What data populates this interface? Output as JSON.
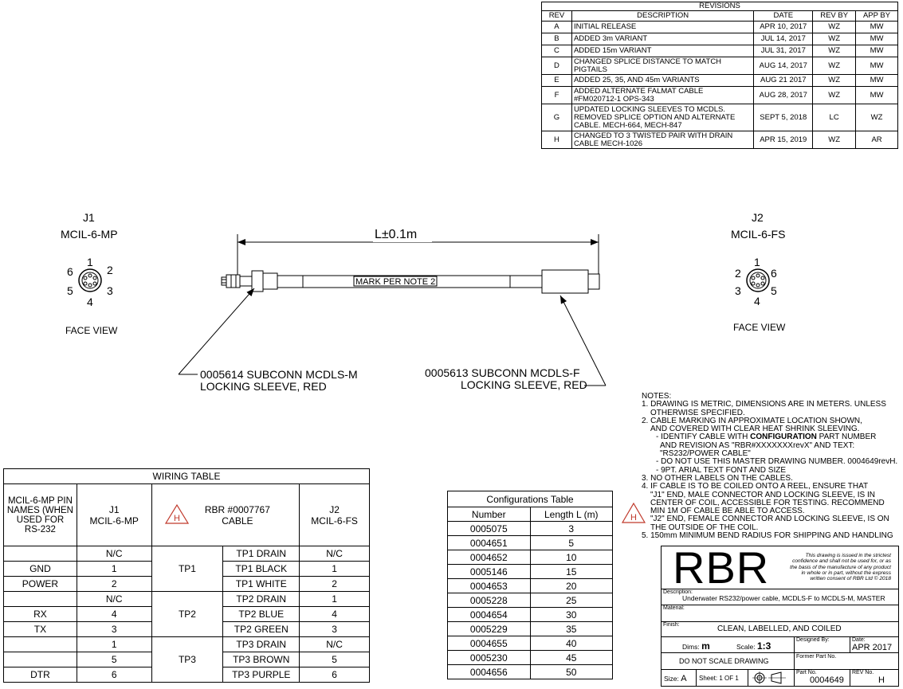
{
  "revisions": {
    "caption": "REVISIONS",
    "headers": [
      "REV",
      "DESCRIPTION",
      "DATE",
      "REV BY",
      "APP BY"
    ],
    "rows": [
      {
        "rev": "A",
        "lines": [
          "INITIAL RELEASE"
        ],
        "date": "APR 10, 2017",
        "by": "WZ",
        "app": "MW"
      },
      {
        "rev": "B",
        "lines": [
          "ADDED 3m VARIANT"
        ],
        "date": "JUL 14, 2017",
        "by": "WZ",
        "app": "MW"
      },
      {
        "rev": "C",
        "lines": [
          "ADDED 15m VARIANT"
        ],
        "date": "JUL 31, 2017",
        "by": "WZ",
        "app": "MW"
      },
      {
        "rev": "D",
        "lines": [
          "CHANGED SPLICE DISTANCE TO MATCH",
          "PIGTAILS"
        ],
        "date": "AUG 14, 2017",
        "by": "WZ",
        "app": "MW"
      },
      {
        "rev": "E",
        "lines": [
          "ADDED 25, 35, AND 45m VARIANTS"
        ],
        "date": "AUG 21 2017",
        "by": "WZ",
        "app": "MW"
      },
      {
        "rev": "F",
        "lines": [
          "ADDED ALTERNATE FALMAT CABLE",
          "#FM020712-1  OPS-343"
        ],
        "date": "AUG 28, 2017",
        "by": "WZ",
        "app": "MW"
      },
      {
        "rev": "G",
        "lines": [
          "UPDATED LOCKING SLEEVES TO MCDLS.",
          "REMOVED SPLICE OPTION AND ALTERNATE",
          "CABLE. MECH-664, MECH-847"
        ],
        "date": "SEPT 5, 2018",
        "by": "LC",
        "app": "WZ"
      },
      {
        "rev": "H",
        "lines": [
          "CHANGED TO 3 TWISTED PAIR WITH DRAIN",
          "CABLE  MECH-1026"
        ],
        "date": "APR 15, 2019",
        "by": "WZ",
        "app": "AR"
      }
    ]
  },
  "drawing": {
    "j1_label": "J1",
    "j1_part": "MCIL-6-MP",
    "j2_label": "J2",
    "j2_part": "MCIL-6-FS",
    "face_view": "FACE VIEW",
    "length_dim": "L±0.1m",
    "mark_note": "MARK PER NOTE 2",
    "callout_left_1": "0005614 SUBCONN MCDLS-M",
    "callout_left_2": "LOCKING SLEEVE, RED",
    "callout_right_1": "0005613 SUBCONN MCDLS-F",
    "callout_right_2": "LOCKING SLEEVE, RED",
    "j1_pins": [
      "6",
      "1",
      "2",
      "5",
      "3",
      "4"
    ],
    "j2_pins": [
      "1",
      "2",
      "6",
      "3",
      "5",
      "4"
    ],
    "rev_flag": "H"
  },
  "wiring": {
    "caption": "WIRING TABLE",
    "h_pin_names": [
      "MCIL-6-MP PIN",
      "NAMES (WHEN",
      "USED FOR",
      "RS-232"
    ],
    "h_j1": [
      "J1",
      "MCIL-6-MP"
    ],
    "h_cable": [
      "RBR #0007767",
      "CABLE"
    ],
    "h_j2": [
      "J2",
      "MCIL-6-FS"
    ],
    "rows": [
      {
        "name": "",
        "j1": "N/C",
        "pair": "TP1",
        "wire": "TP1 DRAIN",
        "j2": "N/C"
      },
      {
        "name": "GND",
        "j1": "1",
        "pair": "",
        "wire": "TP1 BLACK",
        "j2": "1"
      },
      {
        "name": "POWER",
        "j1": "2",
        "pair": "",
        "wire": "TP1 WHITE",
        "j2": "2"
      },
      {
        "name": "",
        "j1": "N/C",
        "pair": "TP2",
        "wire": "TP2 DRAIN",
        "j2": "1"
      },
      {
        "name": "RX",
        "j1": "4",
        "pair": "",
        "wire": "TP2 BLUE",
        "j2": "4"
      },
      {
        "name": "TX",
        "j1": "3",
        "pair": "",
        "wire": "TP2 GREEN",
        "j2": "3"
      },
      {
        "name": "",
        "j1": "1",
        "pair": "TP3",
        "wire": "TP3 DRAIN",
        "j2": "N/C"
      },
      {
        "name": "",
        "j1": "5",
        "pair": "",
        "wire": "TP3 BROWN",
        "j2": "5"
      },
      {
        "name": "DTR",
        "j1": "6",
        "pair": "",
        "wire": "TP3 PURPLE",
        "j2": "6"
      }
    ]
  },
  "configurations": {
    "caption": "Configurations Table",
    "headers": [
      "Number",
      "Length L (m)"
    ],
    "rows": [
      [
        "0005075",
        "3"
      ],
      [
        "0004651",
        "5"
      ],
      [
        "0004652",
        "10"
      ],
      [
        "0005146",
        "15"
      ],
      [
        "0004653",
        "20"
      ],
      [
        "0005228",
        "25"
      ],
      [
        "0004654",
        "30"
      ],
      [
        "0005229",
        "35"
      ],
      [
        "0004655",
        "40"
      ],
      [
        "0005230",
        "45"
      ],
      [
        "0004656",
        "50"
      ]
    ]
  },
  "notes": {
    "title": "NOTES:",
    "lines": [
      {
        "t": "1. DRAWING IS METRIC, DIMENSIONS ARE IN METERS. UNLESS",
        "i": 0
      },
      {
        "t": "OTHERWISE SPECIFIED.",
        "i": 1
      },
      {
        "t": "2. CABLE MARKING IN APPROXIMATE LOCATION SHOWN,",
        "i": 0
      },
      {
        "t": "AND COVERED WITH CLEAR HEAT SHRINK SLEEVING.",
        "i": 1
      },
      {
        "t": "- IDENTIFY CABLE WITH CONFIGURATION PART NUMBER",
        "i": 2
      },
      {
        "t": "AND REVISION AS \"RBR#XXXXXXXrevX\" AND TEXT:",
        "i": 3
      },
      {
        "t": "\"RS232/POWER CABLE\"",
        "i": 3
      },
      {
        "t": "- DO NOT USE THIS MASTER DRAWING NUMBER. 0004649revH.",
        "i": 2
      },
      {
        "t": "- 9PT. ARIAL TEXT FONT AND SIZE",
        "i": 2
      },
      {
        "t": "3. NO OTHER LABELS ON THE CABLES.",
        "i": 0
      },
      {
        "t": "4. IF CABLE IS TO BE COILED ONTO A REEL, ENSURE THAT",
        "i": 0
      },
      {
        "t": "\"J1\" END, MALE CONNECTOR AND LOCKING SLEEVE, IS IN",
        "i": 1
      },
      {
        "t": "CENTER OF COIL, ACCESSIBLE FOR TESTING.  RECOMMEND",
        "i": 1
      },
      {
        "t": "MIN 1M OF CABLE BE ABLE TO ACCESS.",
        "i": 1
      },
      {
        "t": "\"J2\" END, FEMALE CONNECTOR AND LOCKING SLEEVE, IS ON",
        "i": 1
      },
      {
        "t": "THE OUTSIDE OF THE COIL.",
        "i": 1
      },
      {
        "t": "5. 150mm MINIMUM BEND RADIUS FOR SHIPPING AND HANDLING",
        "i": 0
      }
    ]
  },
  "title_block": {
    "logo": "RBR",
    "confidential": [
      "This drawing is issued in the strictest",
      "confidence and shall not be used for, or as",
      "the basis of the manufacture of any product",
      "in whole or in part, without the express",
      "written consent of RBR Ltd © 2018"
    ],
    "description_label": "Description:",
    "description": "Underwater RS232/power cable, MCDLS-F to MCDLS-M, MASTER",
    "material_label": "Material:",
    "finish_label": "Finish:",
    "finish": "CLEAN, LABELLED, AND COILED",
    "dims_label": "Dims:",
    "dims_value": "m",
    "scale_label": "Scale:",
    "scale_value": "1:3",
    "designed_label": "Designed By:",
    "date_label": "Date:",
    "date_value": "APR 2017",
    "no_scale": "DO NOT SCALE DRAWING",
    "former_label": "Former Part No.",
    "size_label": "Size:",
    "size_value": "A",
    "sheet": "Sheet: 1 OF 1",
    "part_label": "Part No.",
    "part_value": "0004649",
    "revno_label": "REV No.",
    "revno_value": "H"
  }
}
